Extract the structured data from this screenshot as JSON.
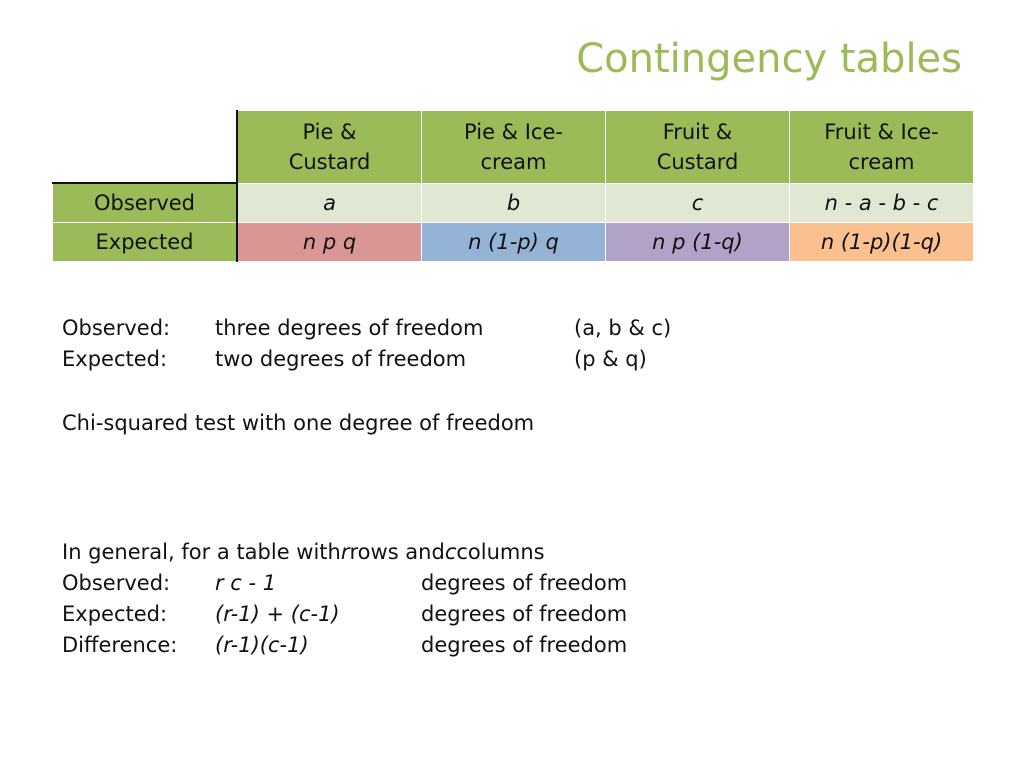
{
  "title": "Contingency tables",
  "table": {
    "headers": [
      "Pie & Custard",
      "Pie & Ice-cream",
      "Fruit & Custard",
      "Fruit & Ice-cream"
    ],
    "header_lines": [
      [
        "Pie &",
        "Custard"
      ],
      [
        "Pie & Ice-",
        "cream"
      ],
      [
        "Fruit &",
        "Custard"
      ],
      [
        "Fruit & Ice-",
        "cream"
      ]
    ],
    "rows": [
      {
        "label": "Observed",
        "cells": [
          "a",
          "b",
          "c",
          "n - a - b - c"
        ]
      },
      {
        "label": "Expected",
        "cells": [
          "n p q",
          "n (1-p) q",
          "n p (1-q)",
          "n (1-p)(1-q)"
        ]
      }
    ],
    "colors": {
      "header": "#9bbb59",
      "observed_row": "#e0e8d4",
      "expected_cells": [
        "#d99694",
        "#95b3d7",
        "#b3a2c7",
        "#fac090"
      ]
    }
  },
  "dof": [
    {
      "label": "Observed:",
      "text": "three degrees of freedom",
      "params": "(a, b & c)"
    },
    {
      "label": "Expected:",
      "text": "two degrees of freedom",
      "params": "(p & q)"
    }
  ],
  "chi_line": "Chi-squared test with one degree of freedom",
  "general": {
    "intro_pre": "In general, for a table with ",
    "intro_r": "r",
    "intro_mid": " rows and ",
    "intro_c": "c",
    "intro_post": " columns",
    "rows": [
      {
        "label": "Observed:",
        "formula": "r c - 1",
        "text": "degrees of freedom"
      },
      {
        "label": "Expected:",
        "formula": "(r-1) + (c-1)",
        "text": "degrees of freedom"
      },
      {
        "label": "Difference:",
        "formula": "(r-1)(c-1)",
        "text": "degrees of freedom"
      }
    ]
  }
}
